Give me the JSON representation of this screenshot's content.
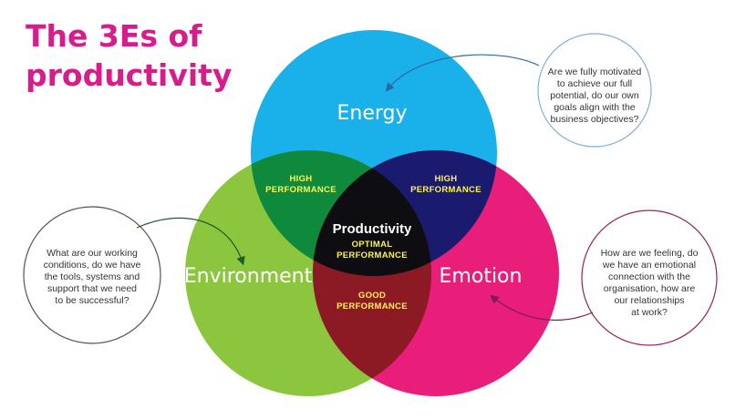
{
  "title": {
    "line1": "The 3Es of",
    "line2": "productivity"
  },
  "circles": {
    "energy": "Energy",
    "environment": "Environment",
    "emotion": "Emotion"
  },
  "overlaps": {
    "energy_environment": [
      "HIGH",
      "PERFORMANCE"
    ],
    "energy_emotion": [
      "HIGH",
      "PERFORMANCE"
    ],
    "environment_emotion": [
      "GOOD",
      "PERFORMANCE"
    ],
    "center": {
      "title": "Productivity",
      "lines": [
        "OPTIMAL",
        "PERFORMANCE"
      ]
    }
  },
  "notes": {
    "energy": [
      "Are we fully motivated",
      "to achieve our full",
      "potential, do our own",
      "goals align with the",
      "business objectives?"
    ],
    "environment": [
      "What are our working",
      "conditions, do we have",
      "the tools, systems and",
      "support that we need",
      "to be successful?"
    ],
    "emotion": [
      "How are we feeling, do",
      "we have an emotional",
      "connection with the",
      "organisation, how are",
      "our relationships",
      "at work?"
    ]
  },
  "colors": {
    "title": "#d81c8c",
    "energy": "#1ab0ea",
    "environment": "#8cc63f",
    "emotion": "#e91e7a",
    "energy_environment": "#0f8a3c",
    "energy_emotion": "#1a1a6e",
    "environment_emotion": "#8b1a24",
    "center": "#0d0d12",
    "overlap_text": "#fff44f",
    "note_energy": "#7fb2d6",
    "note_environment": "#555555",
    "note_emotion": "#8e2660"
  }
}
